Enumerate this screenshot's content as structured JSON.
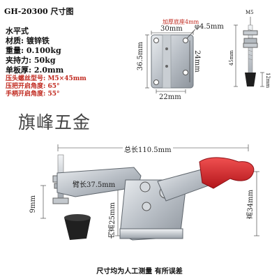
{
  "header": {
    "title": "GH-20300  尺寸图"
  },
  "specs": {
    "type": "水平式",
    "material": "材质: 镀锌铁",
    "weight": "重量: 0.100kg",
    "holding": "夹持力: 50kg",
    "plate": "单板厚: 2.0mm",
    "screw": "压头螺丝型号: M5×45mm",
    "handle_angle": "压把开启角度: 65°",
    "wrist_angle": "手柄开启角度: 55°"
  },
  "brand": "旗峰五金",
  "base_plate": {
    "note": "加厚底座4mm",
    "width": "30mm",
    "hole": "φ4.5mm",
    "height": "36.5mm",
    "hole_v": "24mm",
    "hole_h": "22mm"
  },
  "screw_part": {
    "size": "M5",
    "length": "45mm",
    "tip": "12mm"
  },
  "clamp": {
    "total_length": "总长110.5mm",
    "arm_length": "臂长37.5mm",
    "inner_height": "内高25mm",
    "height": "高34mm",
    "tip_height": "9mm"
  },
  "footer": "尺寸均为人工测量  有所误差"
}
